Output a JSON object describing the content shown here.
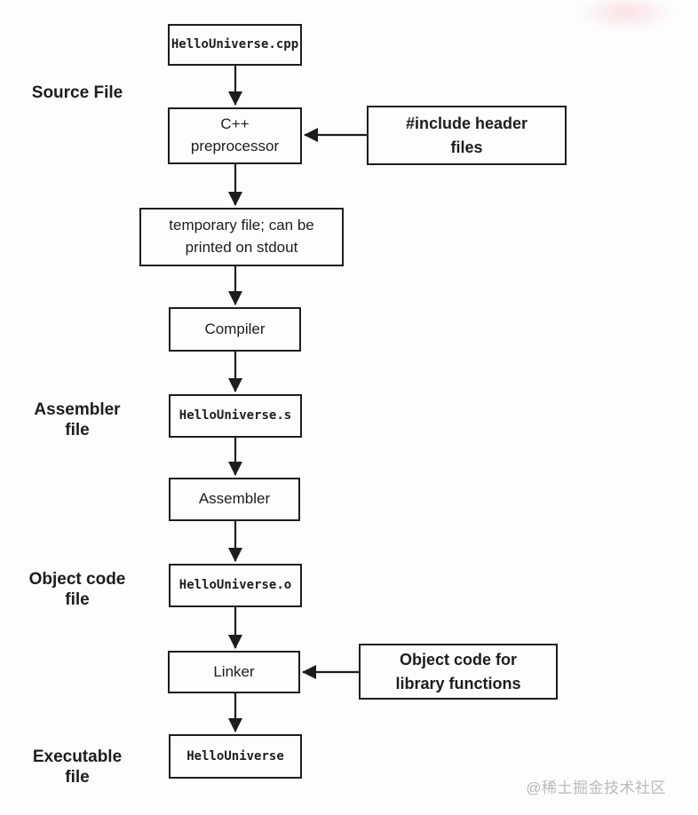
{
  "diagram": {
    "nodes": {
      "cpp_file": {
        "label": "HelloUniverse.cpp"
      },
      "preprocessor": {
        "label": "C++\npreprocessor"
      },
      "include_headers": {
        "label": "#include header\nfiles"
      },
      "temp_file": {
        "label": "temporary file; can be\nprinted on stdout"
      },
      "compiler": {
        "label": "Compiler"
      },
      "asm_file": {
        "label": "HelloUniverse.s"
      },
      "assembler": {
        "label": "Assembler"
      },
      "obj_file": {
        "label": "HelloUniverse.o"
      },
      "linker": {
        "label": "Linker"
      },
      "lib_objects": {
        "label": "Object code for\nlibrary functions"
      },
      "exe_file": {
        "label": "HelloUniverse"
      }
    },
    "side_labels": {
      "source": "Source File",
      "assembler": "Assembler\nfile",
      "object_code": "Object code\nfile",
      "executable": "Executable\nfile"
    },
    "watermark": "@稀土掘金技术社区",
    "colors": {
      "line": "#1d1d1d",
      "box_background": "#fdfdfd",
      "watermark": "#bdb9b6"
    }
  }
}
